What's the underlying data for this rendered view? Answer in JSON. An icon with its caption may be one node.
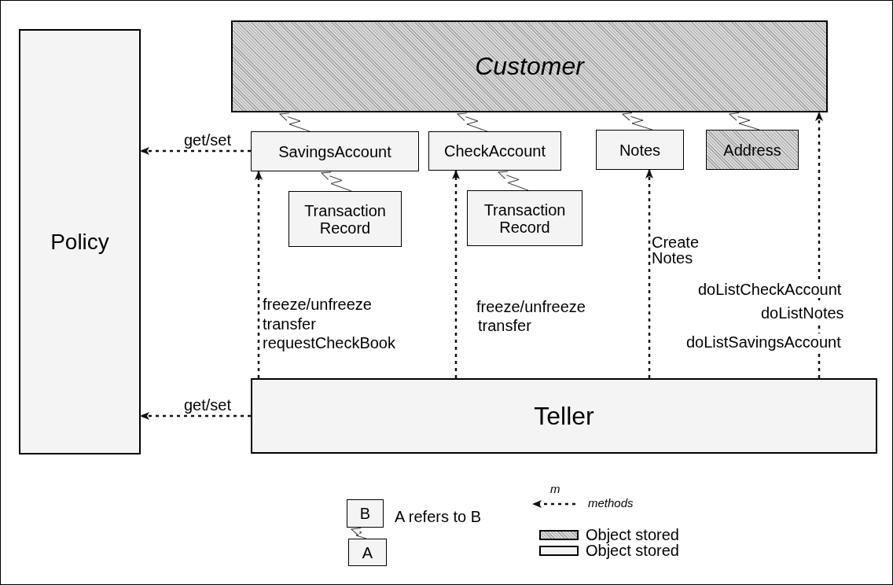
{
  "diagram": {
    "nodes": [
      {
        "text": [
          "Policy"
        ]
      },
      {
        "text": [
          "Customer"
        ]
      },
      {
        "text": [
          "SavingsAccount"
        ]
      },
      {
        "text": [
          "CheckAccount"
        ]
      },
      {
        "text": [
          "Notes"
        ]
      },
      {
        "text": [
          "Address"
        ]
      },
      {
        "text": [
          "Transaction Record"
        ]
      },
      {
        "text": [
          "Transaction Record"
        ]
      },
      {
        "text": [
          "Teller"
        ]
      },
      {
        "text": [
          "B"
        ]
      },
      {
        "text": [
          "A"
        ]
      }
    ],
    "edges": [
      {
        "from": 2,
        "to": 1,
        "arrow": "to"
      },
      {
        "from": 3,
        "to": 1,
        "arrow": "to"
      },
      {
        "from": 4,
        "to": 1,
        "arrow": "to"
      },
      {
        "from": 5,
        "to": 1,
        "arrow": "to"
      },
      {
        "from": 6,
        "to": 2,
        "arrow": "to"
      },
      {
        "from": 7,
        "to": 3,
        "arrow": "to"
      },
      {
        "from": 2,
        "to": 0,
        "arrow": "to",
        "label": "get/set",
        "style": "dashed"
      },
      {
        "from": 8,
        "to": 0,
        "arrow": "to",
        "label": "get/set",
        "style": "dashed"
      },
      {
        "from": 8,
        "to": 2,
        "arrow": "to",
        "style": "dashed"
      },
      {
        "from": 8,
        "to": 3,
        "arrow": "to",
        "style": "dashed"
      },
      {
        "from": 8,
        "to": 4,
        "arrow": "to",
        "style": "dashed"
      },
      {
        "from": 8,
        "to": 1,
        "arrow": "to",
        "style": "dashed"
      },
      {
        "from": 10,
        "to": 9,
        "arrow": "to"
      }
    ],
    "labels": [
      "freeze/unfreeze",
      "transfer",
      "requestCheckBook",
      "freeze/unfreeze",
      "transfer",
      "Create Notes",
      "doListCheckAccount",
      "doListNotes",
      "doListSavingsAccount",
      "A refers to B",
      "m"
    ],
    "legend": [
      {
        "text": "methods"
      },
      {
        "text": "Object stored",
        "color": "#d9d9d9"
      },
      {
        "text": "Object stored",
        "color": "#f4f4f4"
      }
    ]
  }
}
